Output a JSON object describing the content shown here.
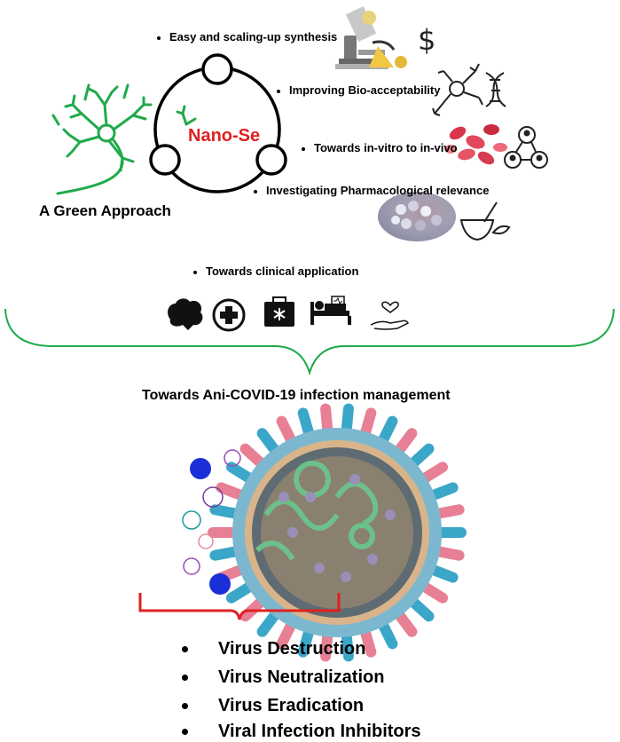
{
  "center_label": "Nano-Se",
  "approach_label": "A Green Approach",
  "benefits": [
    "Easy and scaling-up synthesis",
    "Improving Bio-acceptability",
    "Towards in-vitro to in-vivo",
    "Investigating Pharmacological relevance",
    "Towards clinical application"
  ],
  "currency_symbol": "$",
  "section_title": "Towards Ani-COVID-19 infection management",
  "outcomes": [
    "Virus Destruction",
    "Virus Neutralization",
    "Virus Eradication",
    "Viral Infection Inhibitors"
  ],
  "icons": {
    "clinical": [
      "brain-icon",
      "medical-cross-icon",
      "first-aid-kit-icon",
      "hospital-bed-icon",
      "caring-hand-heart-icon"
    ],
    "research": [
      "microscope-icon",
      "dollar-icon",
      "neuron-icon",
      "dna-icon",
      "red-blood-cells-icon",
      "network-people-icon",
      "nanoparticles-icon",
      "mortar-pestle-icon"
    ]
  },
  "colors": {
    "green": "#1faa4a",
    "red": "#e02020",
    "virus_teal": "#3aa6c8",
    "virus_pink": "#e77f95",
    "virus_green": "#6cc08a",
    "virus_blue": "#1a2fd8"
  }
}
